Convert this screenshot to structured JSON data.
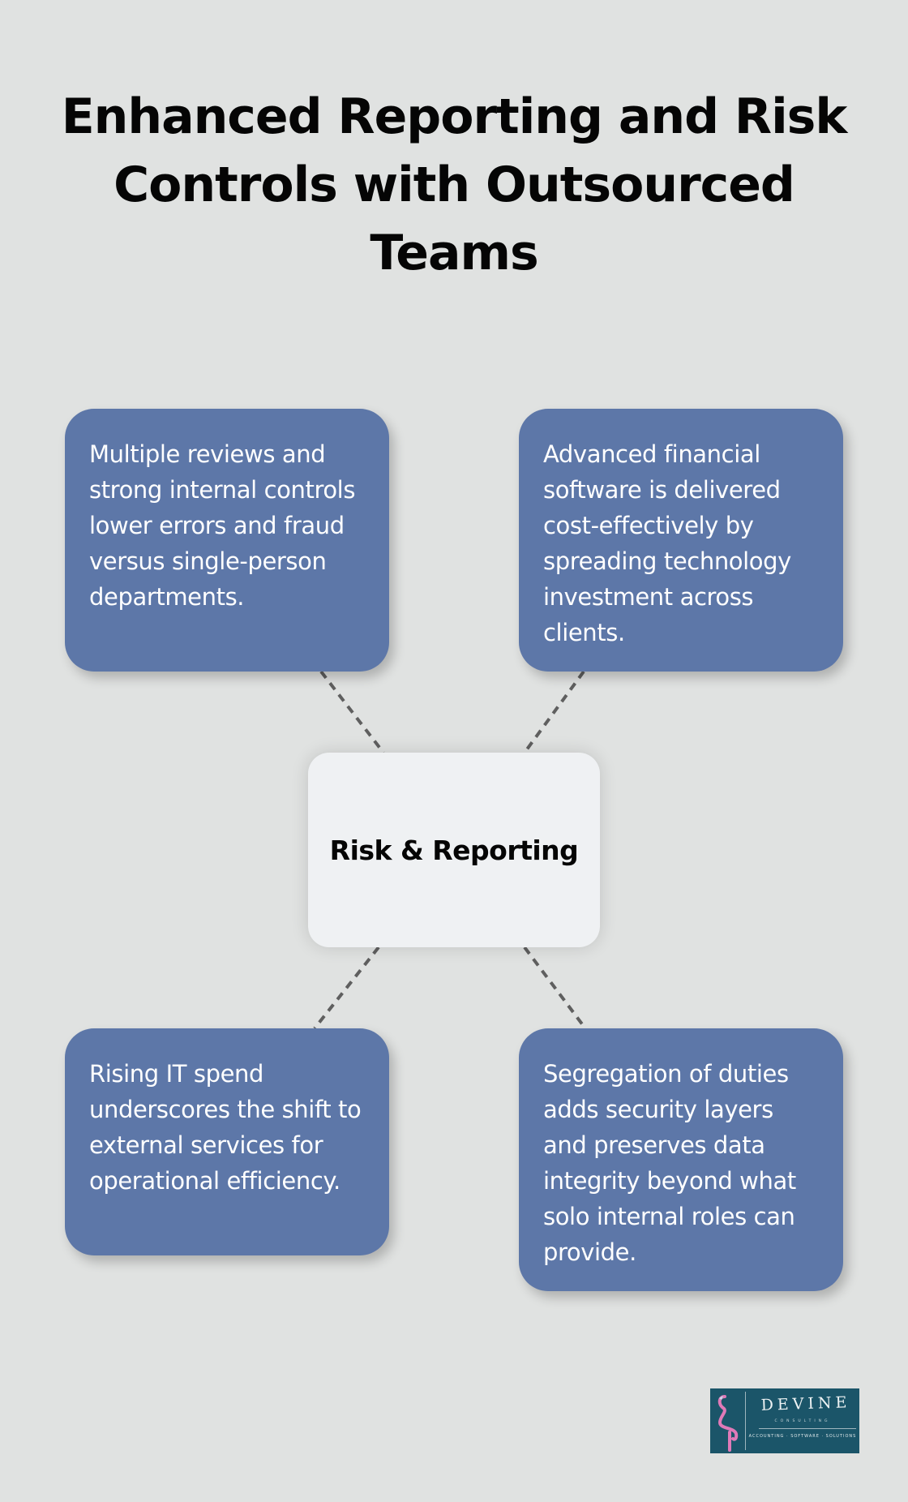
{
  "title": "Enhanced Reporting and Risk Controls with Outsourced Teams",
  "center_label": "Risk & Reporting",
  "cards": [
    {
      "text": "Multiple reviews and strong internal controls lower errors and fraud versus single-person departments."
    },
    {
      "text": "Advanced financial software is delivered cost-effectively by spreading technology investment across clients."
    },
    {
      "text": "Rising IT spend underscores the shift to external services for operational efficiency."
    },
    {
      "text": "Segregation of duties adds security layers and preserves data integrity beyond what solo internal roles can provide."
    }
  ],
  "logo": {
    "brand": "DEVINE",
    "sub": "CONSULTING",
    "tagline": "ACCOUNTING · SOFTWARE · SOLUTIONS",
    "icon": "flamingo-icon"
  },
  "colors": {
    "background": "#e0e2e1",
    "card": "#5d77a8",
    "center_box": "#eff1f3",
    "connector": "#5f5f5f",
    "logo_bg": "#1b5569",
    "logo_accent": "#e07ab8"
  }
}
